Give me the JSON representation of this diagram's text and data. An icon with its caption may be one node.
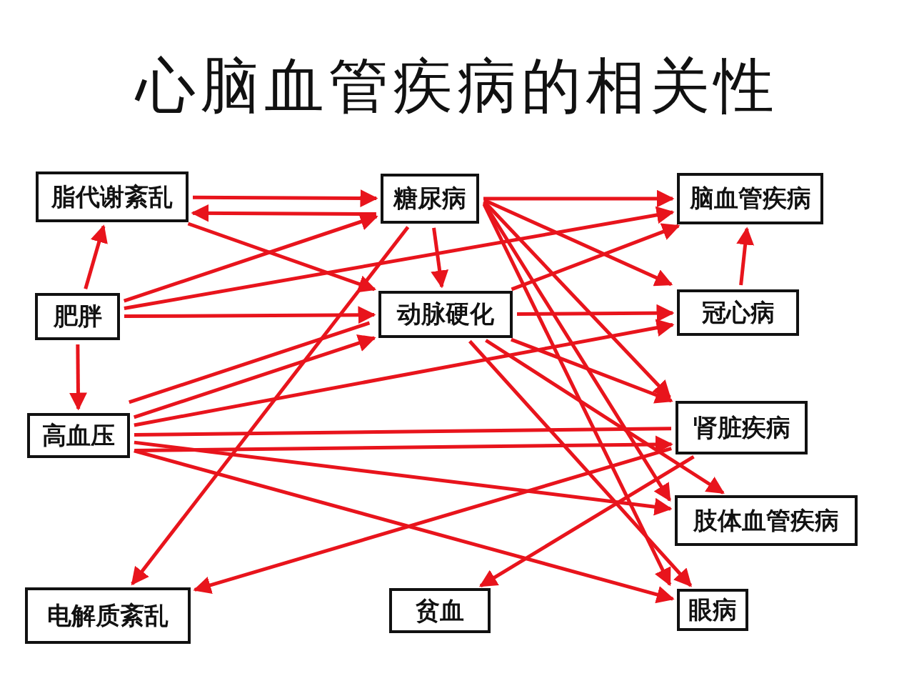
{
  "diagram": {
    "title": "心脑血管疾病的相关性",
    "nodes": [
      {
        "text": [
          "脂代谢紊乱"
        ]
      },
      {
        "text": [
          "糖尿病"
        ]
      },
      {
        "text": [
          "脑血管疾病"
        ]
      },
      {
        "text": [
          "肥胖"
        ]
      },
      {
        "text": [
          "动脉硬化"
        ]
      },
      {
        "text": [
          "冠心病"
        ]
      },
      {
        "text": [
          "高血压"
        ]
      },
      {
        "text": [
          "肾脏疾病"
        ]
      },
      {
        "text": [
          "肢体血管疾病"
        ]
      },
      {
        "text": [
          "电解质紊乱"
        ]
      },
      {
        "text": [
          "贫血"
        ]
      },
      {
        "text": [
          "眼病"
        ]
      }
    ],
    "edges": [
      {
        "from": 0,
        "to": 1,
        "arrow": "to"
      },
      {
        "from": 1,
        "to": 0,
        "arrow": "to"
      },
      {
        "from": 0,
        "to": 4,
        "arrow": "to"
      },
      {
        "from": 3,
        "to": 0,
        "arrow": "to"
      },
      {
        "from": 3,
        "to": 6,
        "arrow": "to"
      },
      {
        "from": 3,
        "to": 1,
        "arrow": "to"
      },
      {
        "from": 3,
        "to": 2,
        "arrow": "to"
      },
      {
        "from": 3,
        "to": 4,
        "arrow": "to"
      },
      {
        "from": 1,
        "to": 4,
        "arrow": "to"
      },
      {
        "from": 1,
        "to": 2,
        "arrow": "to"
      },
      {
        "from": 1,
        "to": 5,
        "arrow": "to"
      },
      {
        "from": 1,
        "to": 7,
        "arrow": "to"
      },
      {
        "from": 1,
        "to": 8,
        "arrow": "to"
      },
      {
        "from": 1,
        "to": 11,
        "arrow": "to"
      },
      {
        "from": 1,
        "to": 9,
        "arrow": "to"
      },
      {
        "from": 4,
        "to": 2,
        "arrow": "to"
      },
      {
        "from": 4,
        "to": 5,
        "arrow": "to"
      },
      {
        "from": 5,
        "to": 2,
        "arrow": "to"
      },
      {
        "from": 4,
        "to": 7,
        "arrow": "to"
      },
      {
        "from": 4,
        "to": 8,
        "arrow": "to"
      },
      {
        "from": 4,
        "to": 11,
        "arrow": "to"
      },
      {
        "from": 6,
        "to": 4,
        "arrow": "to"
      },
      {
        "from": 4,
        "to": 6,
        "arrow": "none"
      },
      {
        "from": 6,
        "to": 5,
        "arrow": "to"
      },
      {
        "from": 6,
        "to": 7,
        "arrow": "none"
      },
      {
        "from": 6,
        "to": 7,
        "arrow": "to"
      },
      {
        "from": 6,
        "to": 8,
        "arrow": "to"
      },
      {
        "from": 6,
        "to": 11,
        "arrow": "to"
      },
      {
        "from": 7,
        "to": 9,
        "arrow": "to"
      },
      {
        "from": 7,
        "to": 10,
        "arrow": "to"
      }
    ]
  }
}
